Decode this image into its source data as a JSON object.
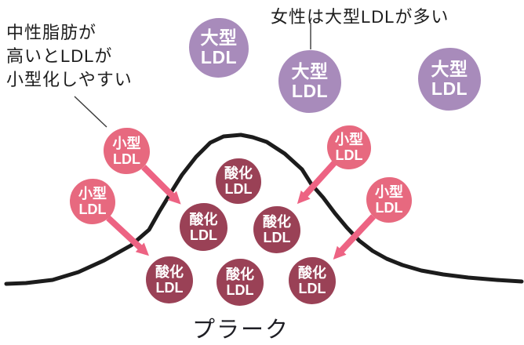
{
  "colors": {
    "large_ldl": "#a88bbb",
    "small_ldl": "#e7697f",
    "oxidized_ldl": "#9a4156",
    "arrow": "#ed6383",
    "curve": "#1c1c1c",
    "connector": "#3a3a3a",
    "text": "#1d1d1d"
  },
  "annotations": {
    "triglyceride_note": {
      "lines": [
        "中性脂肪が",
        "高いとLDLが",
        "小型化しやすい"
      ]
    },
    "women_note": "女性は大型LDLが多い",
    "plaque_label": "プラーク"
  },
  "bubbles": {
    "large": {
      "line1": "大型",
      "line2": "LDL"
    },
    "small": {
      "line1": "小型",
      "line2": "LDL"
    },
    "oxidized": {
      "line1": "酸化",
      "line2": "LDL"
    }
  }
}
